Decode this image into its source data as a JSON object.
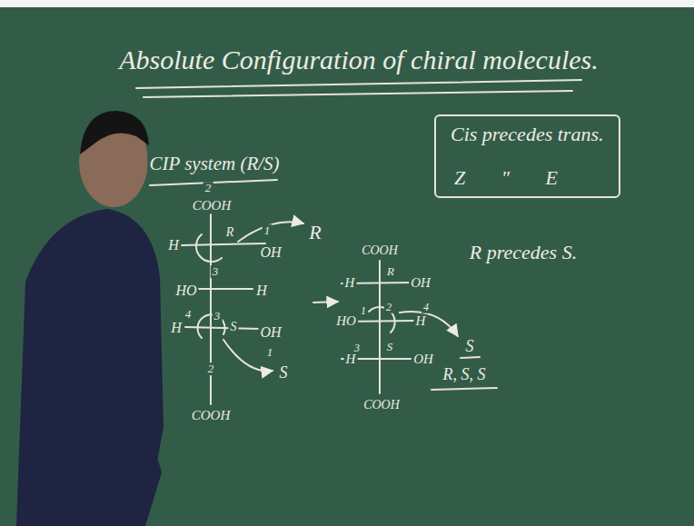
{
  "diagram": {
    "title": "Absolute Configuration of chiral molecules.",
    "nodes": [
      {
        "text": [
          "Cis precedes trans.",
          "Z \" E"
        ]
      }
    ],
    "labels": [
      "CIP system (R/S)",
      "R precedes S.",
      "2",
      "COOH",
      "H",
      "R",
      "1",
      "OH",
      "3",
      "R",
      "HO",
      "H",
      "4",
      "H",
      "3",
      "S",
      "OH",
      "1",
      "2",
      "S",
      "COOH",
      "COOH",
      "H",
      "R",
      "OH",
      "HO",
      "1",
      "2",
      "4",
      "H",
      "S",
      "3",
      "H",
      "S",
      "OH",
      "COOH",
      "R, S, S"
    ]
  }
}
